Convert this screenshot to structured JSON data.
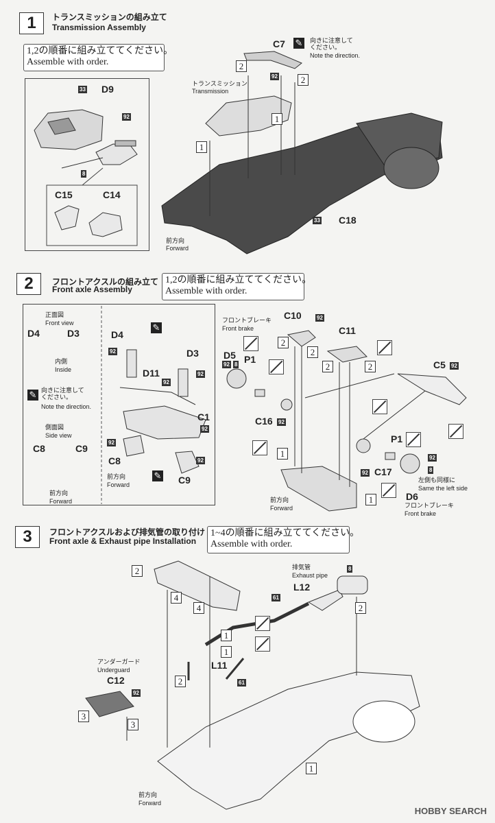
{
  "steps": [
    {
      "num": "1",
      "jp": "トランスミッションの組み立て",
      "en": "Transmission Assembly",
      "note": "1,2の順番に組み立ててください。\nAssemble with order."
    },
    {
      "num": "2",
      "jp": "フロントアクスルの組み立て",
      "en": "Front axle Assembly",
      "note": "1,2の順番に組み立ててください。\nAssemble with order."
    },
    {
      "num": "3",
      "jp": "フロントアクスルおよび排気管の取り付け",
      "en": "Front axle & Exhaust pipe Installation",
      "note": "1~4の順番に組み立ててください。\nAssemble with order."
    }
  ],
  "step1": {
    "direction_jp": "向きに注意して\nください。",
    "direction_en": "Note the direction.",
    "transmission_jp": "トランスミッション",
    "transmission_en": "Transmission",
    "forward_jp": "前方向",
    "forward_en": "Forward",
    "parts": {
      "d9": "D9",
      "c15": "C15",
      "c14": "C14",
      "c7": "C7",
      "c18": "C18"
    },
    "tags": {
      "t33": "33",
      "t92": "92",
      "t8": "8"
    },
    "nums": {
      "one": "1",
      "two": "2"
    }
  },
  "step2": {
    "front_view_jp": "正面図",
    "front_view_en": "Front view",
    "inside_jp": "内側",
    "inside_en": "Inside",
    "direction_jp": "向きに注意して\nください。",
    "direction_en": "Note the direction.",
    "side_view_jp": "側面図",
    "side_view_en": "Side view",
    "forward_jp": "前方向",
    "forward_en": "Forward",
    "brake_jp": "フロントブレーキ",
    "brake_en": "Front brake",
    "same_jp": "左側も同様に",
    "same_en": "Same the left side",
    "parts": {
      "d4": "D4",
      "d3": "D3",
      "c8": "C8",
      "c9": "C9",
      "d11": "D11",
      "c1": "C1",
      "c10": "C10",
      "c11": "C11",
      "c5": "C5",
      "d5": "D5",
      "p1": "P1",
      "c16": "C16",
      "c17": "C17",
      "d6": "D6"
    },
    "tags": {
      "t92": "92",
      "t8": "8"
    },
    "nums": {
      "one": "1",
      "two": "2"
    }
  },
  "step3": {
    "exhaust_jp": "排気管",
    "exhaust_en": "Exhaust pipe",
    "underguard_jp": "アンダーガード",
    "underguard_en": "Underguard",
    "forward_jp": "前方向",
    "forward_en": "Forward",
    "parts": {
      "l12": "L12",
      "l11": "L11",
      "c12": "C12"
    },
    "tags": {
      "t8": "8",
      "t61": "61",
      "t92": "92"
    },
    "nums": {
      "one": "1",
      "two": "2",
      "three": "3",
      "four": "4"
    }
  },
  "watermark": "HOBBY SEARCH"
}
